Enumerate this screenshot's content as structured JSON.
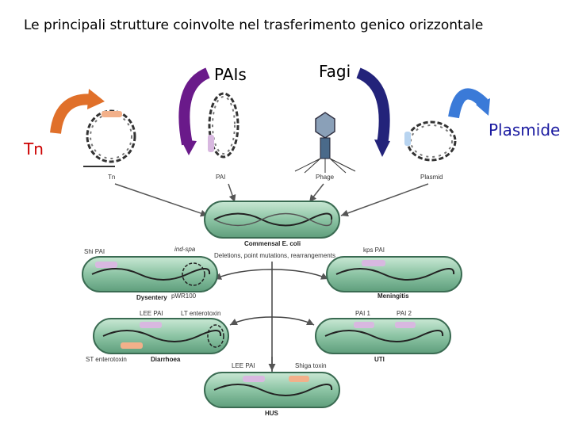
{
  "title": "Le principali strutture coinvolte nel trasferimento genico orizzontale",
  "top_labels": {
    "pais": "PAIs",
    "fagi": "Fagi",
    "tn": "Tn",
    "plasmide": "Plasmide"
  },
  "element_captions": {
    "tn": "Tn",
    "pai": "PAI",
    "phage": "Phage",
    "plasmid": "Plasmid"
  },
  "center": {
    "strain": "Commensal E. coli",
    "note": "Deletions, point mutations, rearrangements"
  },
  "strains": {
    "dysentery": {
      "name": "Dysentery",
      "labels": [
        "Shi PAI",
        "ind-spa",
        "pWR100"
      ]
    },
    "meningitis": {
      "name": "Meningitis",
      "labels": [
        "kps PAI"
      ]
    },
    "diarrhoea": {
      "name": "Diarrhoea",
      "labels": [
        "LEE PAI",
        "LT enterotoxin",
        "ST enterotoxin"
      ]
    },
    "uti": {
      "name": "UTI",
      "labels": [
        "PAI 1",
        "PAI 2"
      ]
    },
    "hus": {
      "name": "HUS",
      "labels": [
        "LEE PAI",
        "Shiga toxin"
      ]
    }
  },
  "colors": {
    "arrow_orange": "#e0702a",
    "arrow_purple": "#6a1a8a",
    "arrow_navy": "#23237a",
    "arrow_blue": "#3a7ad8",
    "cell_fill": "#9ccfb0",
    "cell_stroke": "#3a6b52"
  }
}
